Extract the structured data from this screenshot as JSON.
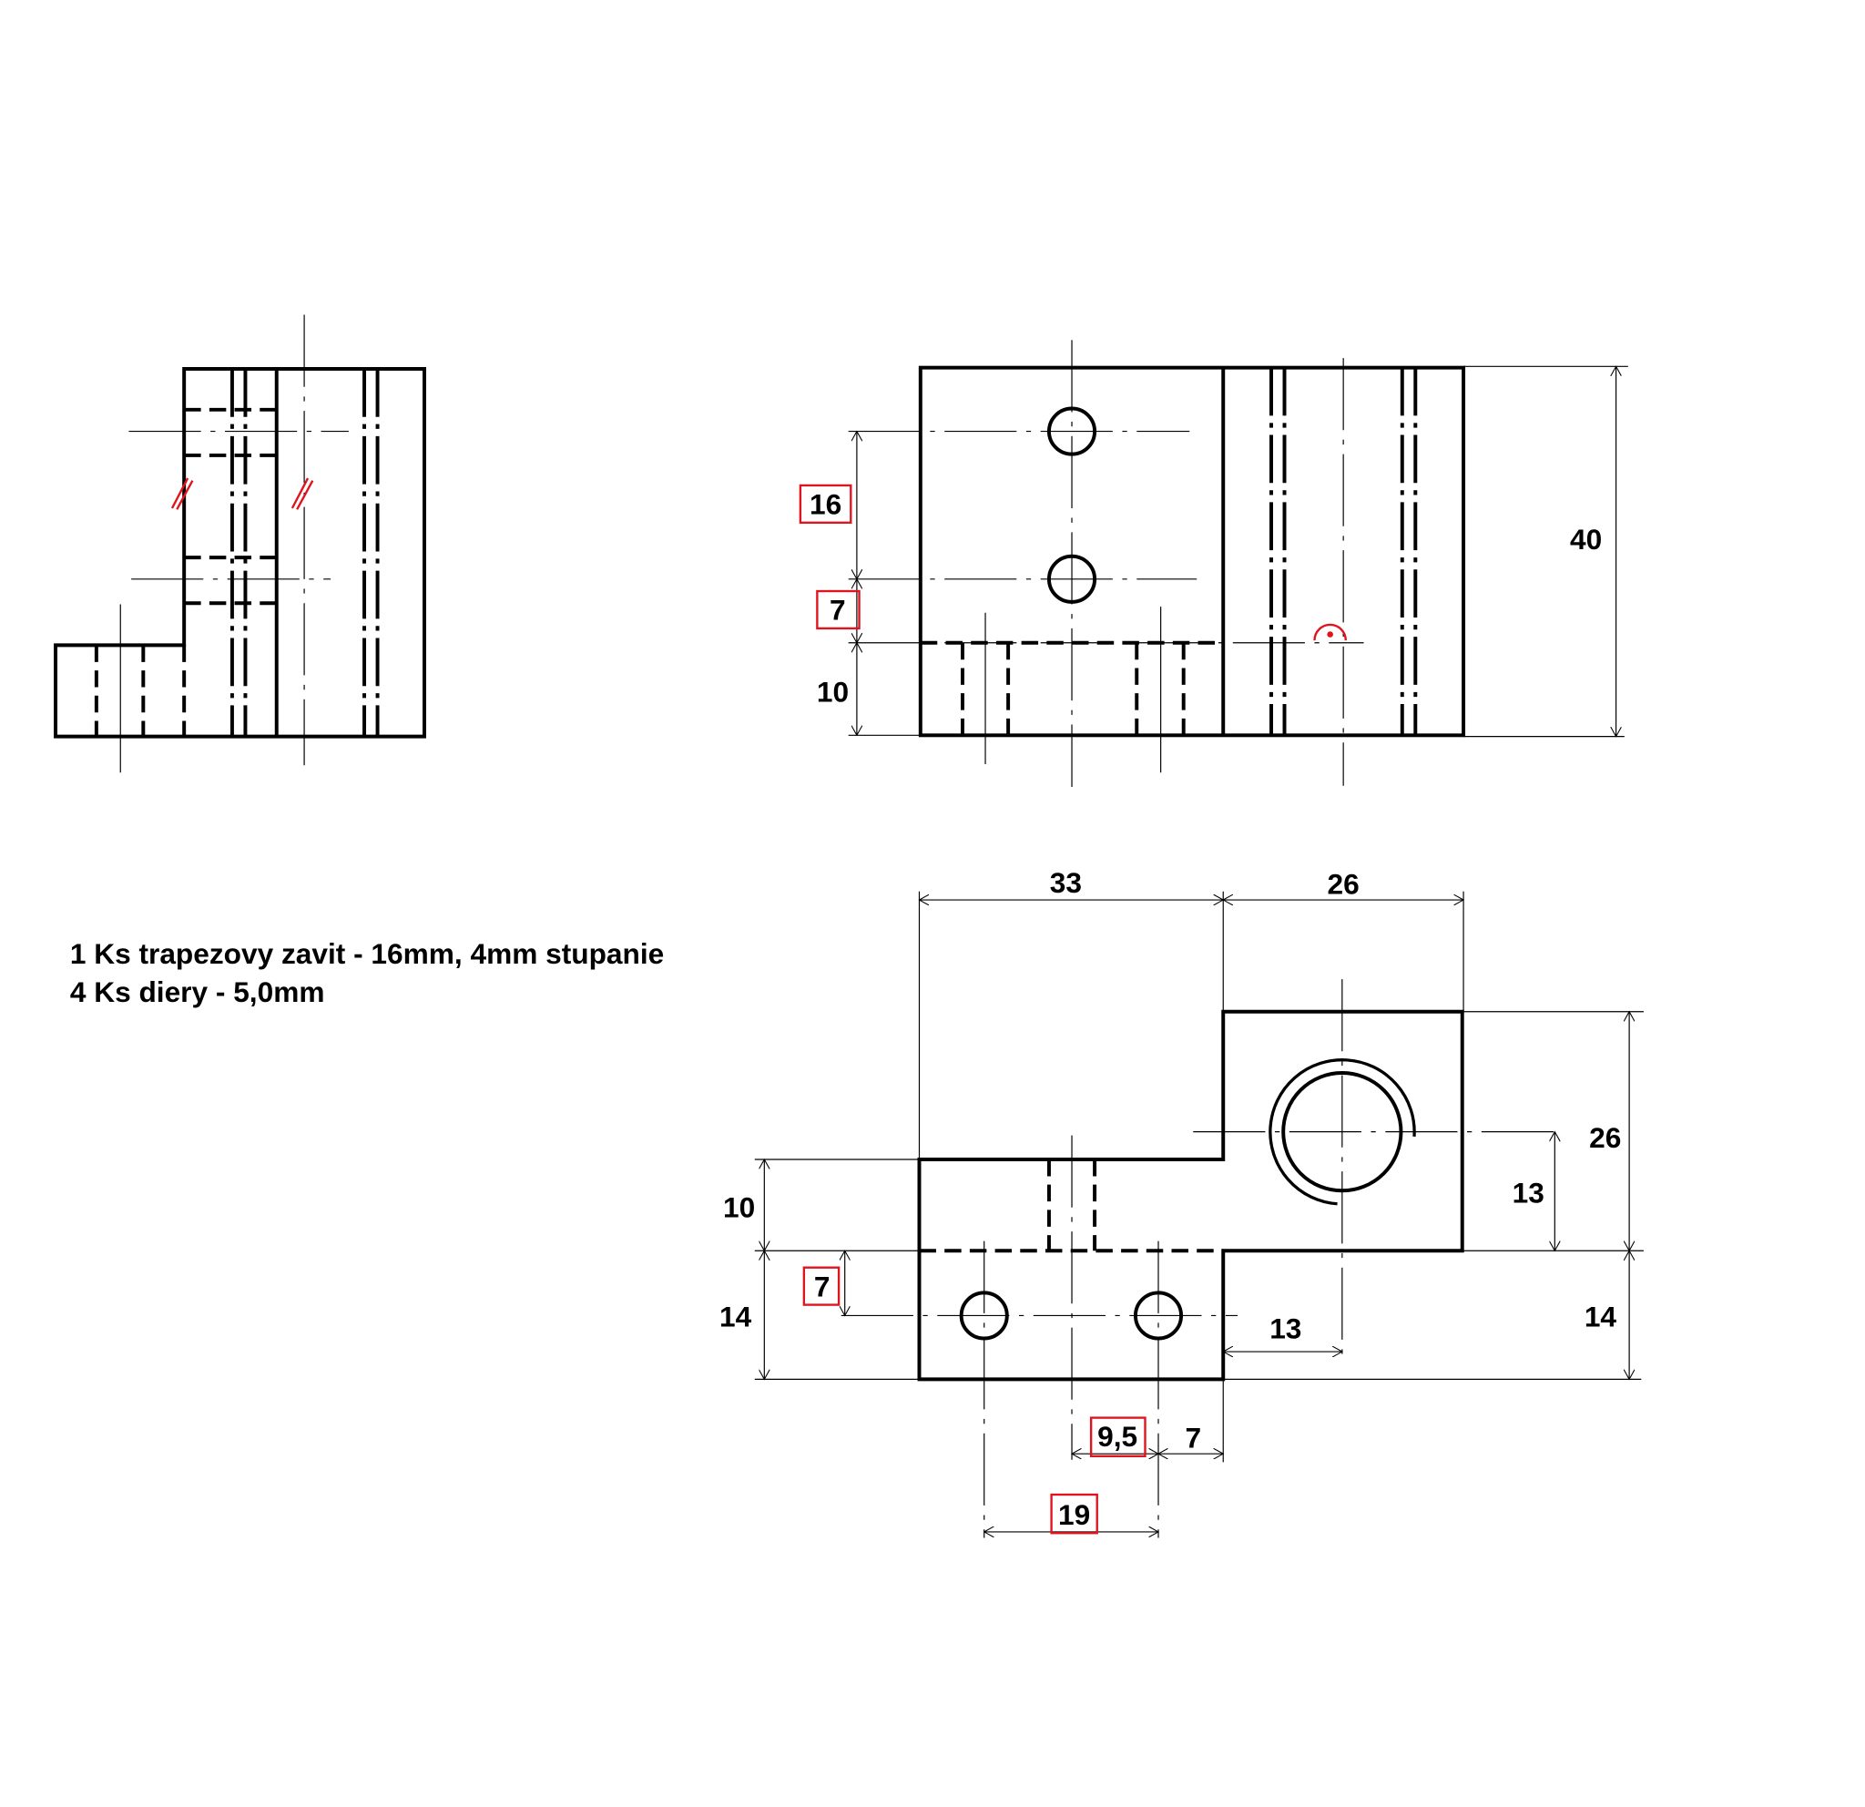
{
  "notes": [
    "1 Ks trapezovy zavit - 16mm, 4mm stupanie",
    "4 Ks diery - 5,0mm"
  ],
  "front_view": {
    "dim_16": "16",
    "dim_7": "7",
    "dim_10": "10",
    "dim_40": "40"
  },
  "top_view": {
    "dim_33": "33",
    "dim_26_top": "26",
    "dim_26_right": "26",
    "dim_13_right": "13",
    "dim_14_right": "14",
    "dim_10_left": "10",
    "dim_14_left": "14",
    "dim_7_left": "7",
    "dim_13_bottom": "13",
    "dim_9_5": "9,5",
    "dim_7_bottom": "7",
    "dim_19": "19"
  },
  "colors": {
    "highlight": "#e0141e"
  }
}
